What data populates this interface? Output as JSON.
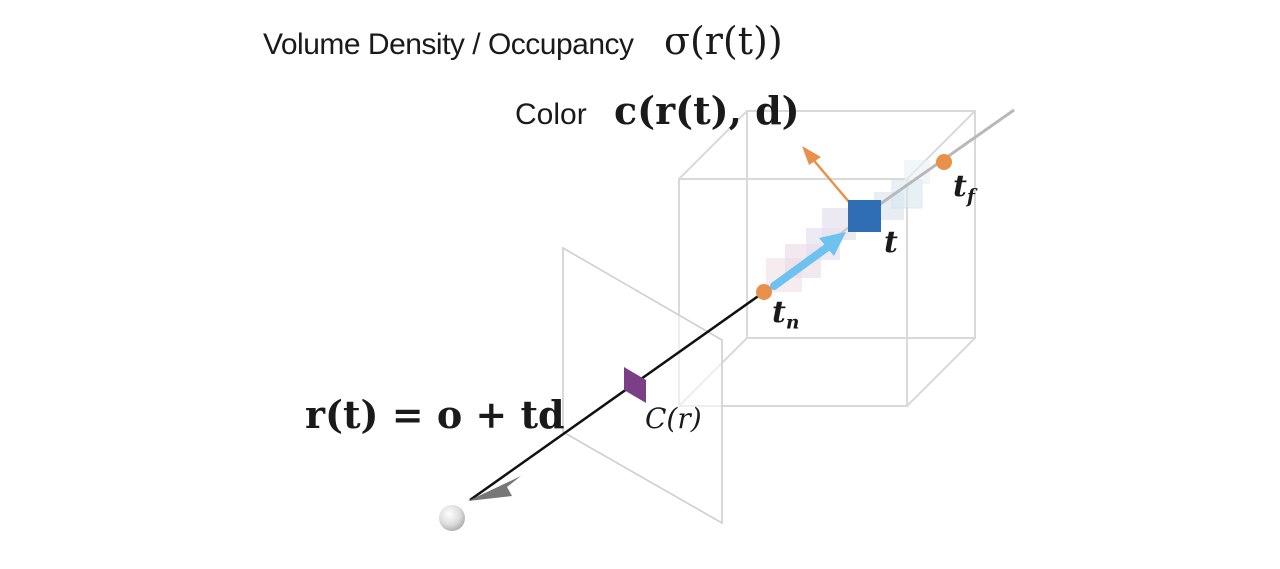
{
  "labels": {
    "density_text": "Volume Density / Occupancy",
    "density_formula": "σ(r(t))",
    "color_text": "Color",
    "color_formula": "c(r(t), d)",
    "t_far": "t",
    "t_far_sub": "f",
    "t_sample": "t",
    "t_near": "t",
    "t_near_sub": "n",
    "ray_equation": "r(t) = o + td",
    "pixel_color": "C(r)"
  },
  "colors": {
    "ray": "#111111",
    "orange_marker": "#e8914a",
    "blue_sample": "#2f6db5",
    "light_blue_arrow": "#6ec2ef",
    "purple_pixel": "#7b3f87",
    "box_line": "#d6d6d6",
    "plane_line": "#cfcfcf"
  },
  "icons": {
    "camera": "camera-origin-sphere-icon",
    "ray_arrow": "arrowhead-icon"
  }
}
